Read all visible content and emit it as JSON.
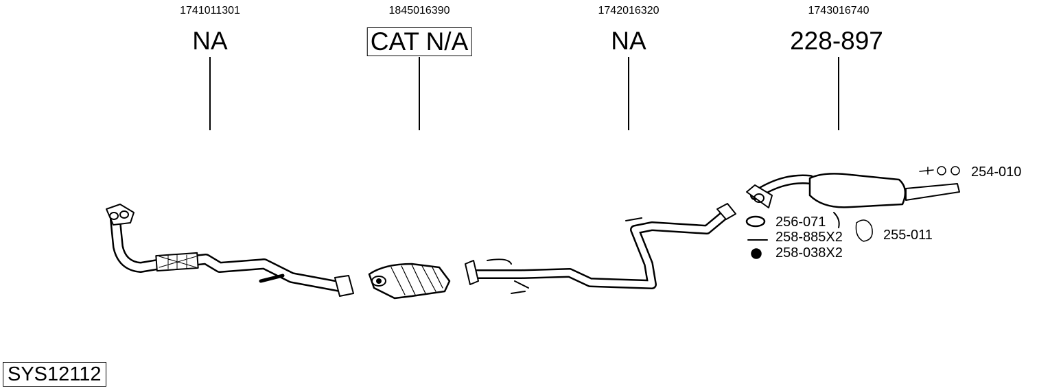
{
  "columns": [
    {
      "oe_number": "1741011301",
      "part_number": "NA"
    },
    {
      "oe_number": "1845016390",
      "part_number": "CAT N/A"
    },
    {
      "oe_number": "1742016320",
      "part_number": "NA"
    },
    {
      "oe_number": "1743016740",
      "part_number": "228-897"
    }
  ],
  "accessories": [
    {
      "label": "254-010"
    },
    {
      "label": "256-071"
    },
    {
      "label": "258-885X2"
    },
    {
      "label": "258-038X2"
    },
    {
      "label": "255-011"
    }
  ],
  "system_id": "SYS12112"
}
